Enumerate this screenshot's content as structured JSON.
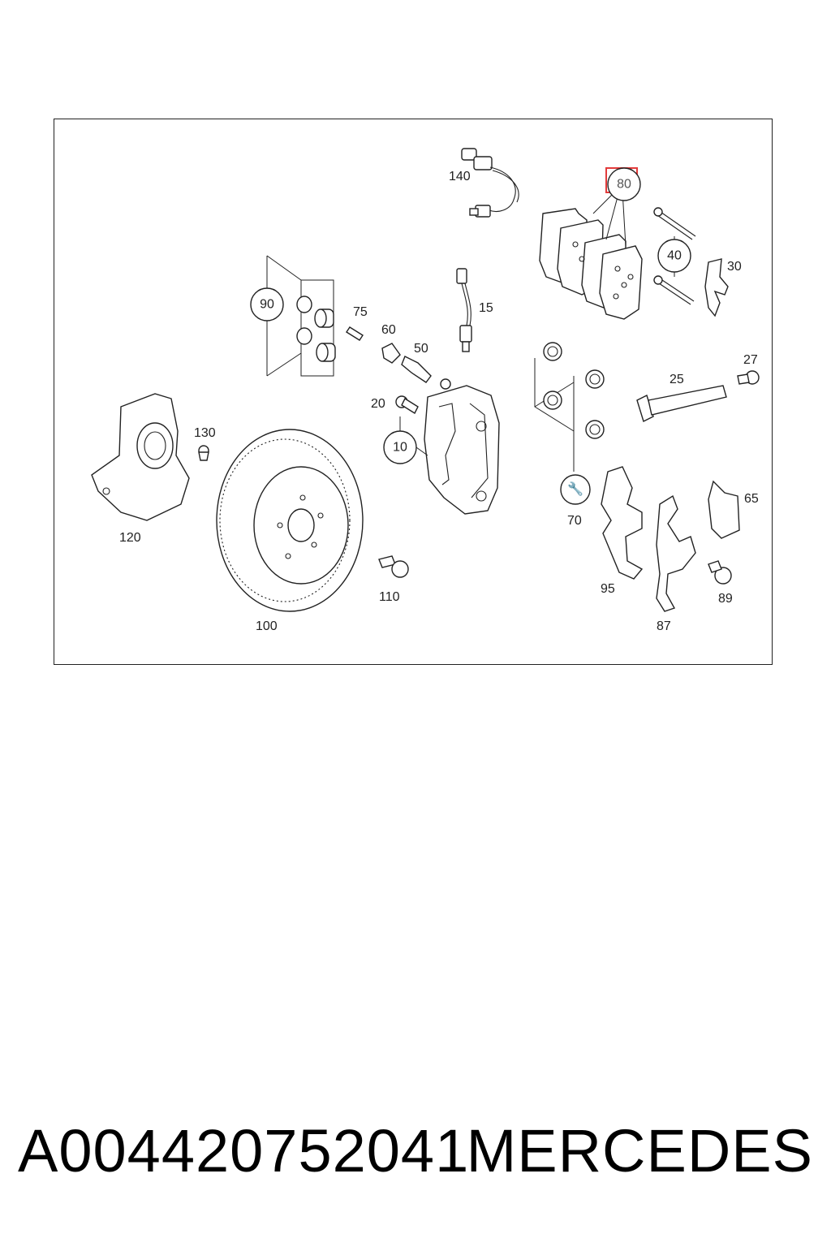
{
  "diagram": {
    "callouts": {
      "c10": "10",
      "c15": "15",
      "c20": "20",
      "c25": "25",
      "c27": "27",
      "c30": "30",
      "c40": "40",
      "c50": "50",
      "c60": "60",
      "c65": "65",
      "c70": "70",
      "c75": "75",
      "c80": "80",
      "c87": "87",
      "c89": "89",
      "c90": "90",
      "c95": "95",
      "c100": "100",
      "c110": "110",
      "c120": "120",
      "c130": "130",
      "c140": "140"
    },
    "highlighted_callout": "80",
    "highlight_color": "#e23b3b"
  },
  "footer": {
    "part_number": "A004420752041",
    "brand": "MERCEDES"
  }
}
